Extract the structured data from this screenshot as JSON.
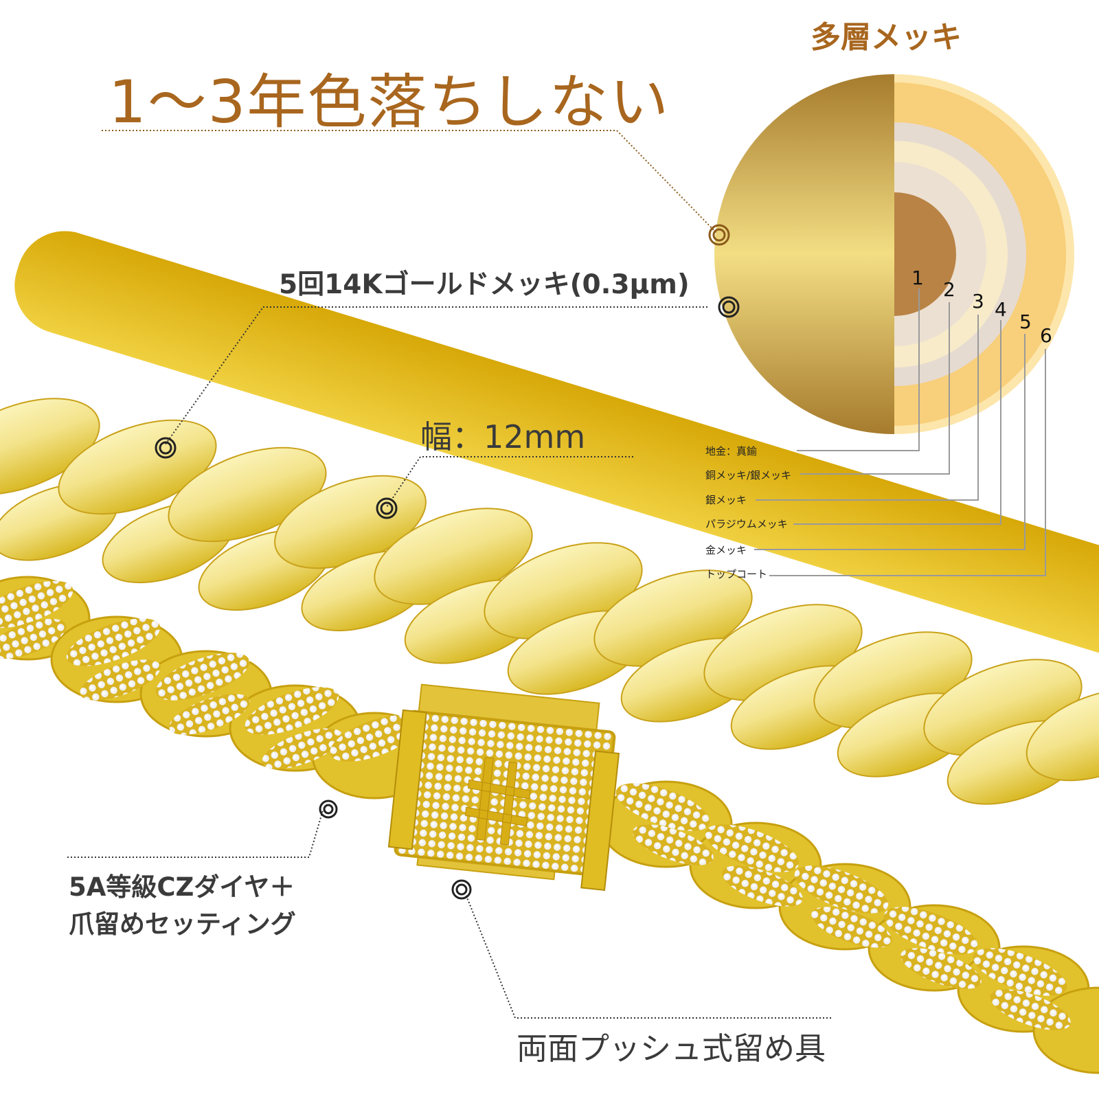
{
  "headline": "1～3年色落ちしない",
  "diagram": {
    "title": "多層メッキ",
    "layer_numbers": [
      "1",
      "2",
      "3",
      "4",
      "5",
      "6"
    ],
    "layers": [
      {
        "number": "1",
        "label": "地金：真鍮",
        "color": "#b98345"
      },
      {
        "number": "2",
        "label": "銅メッキ/銀メッキ",
        "color": "#e8ddd0"
      },
      {
        "number": "3",
        "label": "銀メッキ",
        "color": "#f7ebc9"
      },
      {
        "number": "4",
        "label": "パラジウムメッキ",
        "color": "#e6dbd1"
      },
      {
        "number": "5",
        "label": "金メッキ",
        "color": "#f8cf7a"
      },
      {
        "number": "6",
        "label": "トップコート",
        "color": "#fde6ab"
      }
    ],
    "left_half_gradient": [
      "#a67b2d",
      "#f3d97d",
      "#a67b2d"
    ]
  },
  "specs": {
    "plating": "5回14Kゴールドメッキ(0.3µm)",
    "width": "幅：12mm",
    "cz_line1": "5A等級CZダイヤ＋",
    "cz_line2": "爪留めセッティング",
    "clasp": "両面プッシュ式留め具"
  },
  "colors": {
    "accent": "#a8661e",
    "text_dark": "#3a3a3a",
    "gold_light": "#f5e68a",
    "gold_mid": "#e4c426",
    "gold_dark": "#c59a0c"
  }
}
